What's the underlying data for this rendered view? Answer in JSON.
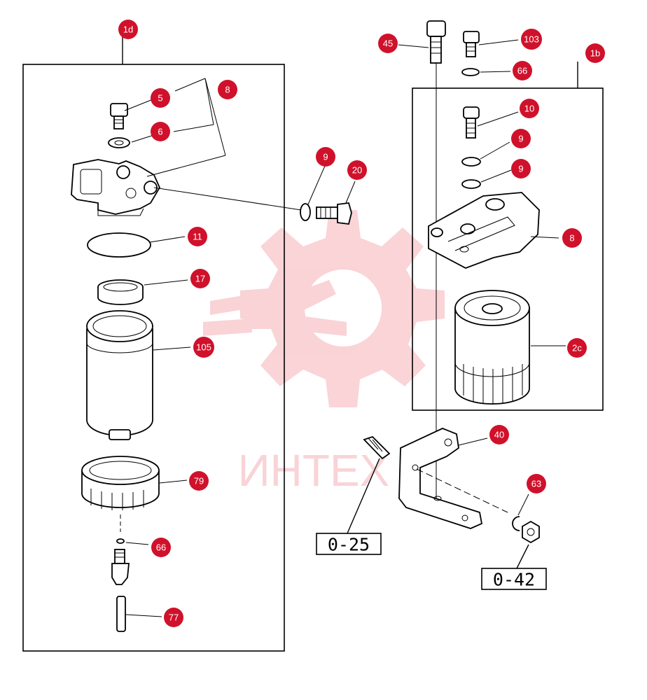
{
  "colors": {
    "badge": "#d0112b",
    "watermark": "#e83a4a",
    "line": "#000000"
  },
  "watermark": {
    "text": "ИНТЕХ",
    "icon": "gear-wrench-logo"
  },
  "groups": {
    "left": "1d",
    "right": "1b"
  },
  "references": {
    "stud": "0-25",
    "nut": "0-42"
  },
  "callouts": {
    "c1d": "1d",
    "c5": "5",
    "c8a": "8",
    "c6a": "6",
    "c11": "11",
    "c17": "17",
    "c105": "105",
    "c79": "79",
    "c66a": "66",
    "c77": "77",
    "c9a": "9",
    "c20": "20",
    "c45": "45",
    "c103": "103",
    "c66b": "66",
    "c1b": "1b",
    "c10": "10",
    "c9b": "9",
    "c9c": "9",
    "c8b": "8",
    "c2c": "2c",
    "c40": "40",
    "c63": "63"
  }
}
